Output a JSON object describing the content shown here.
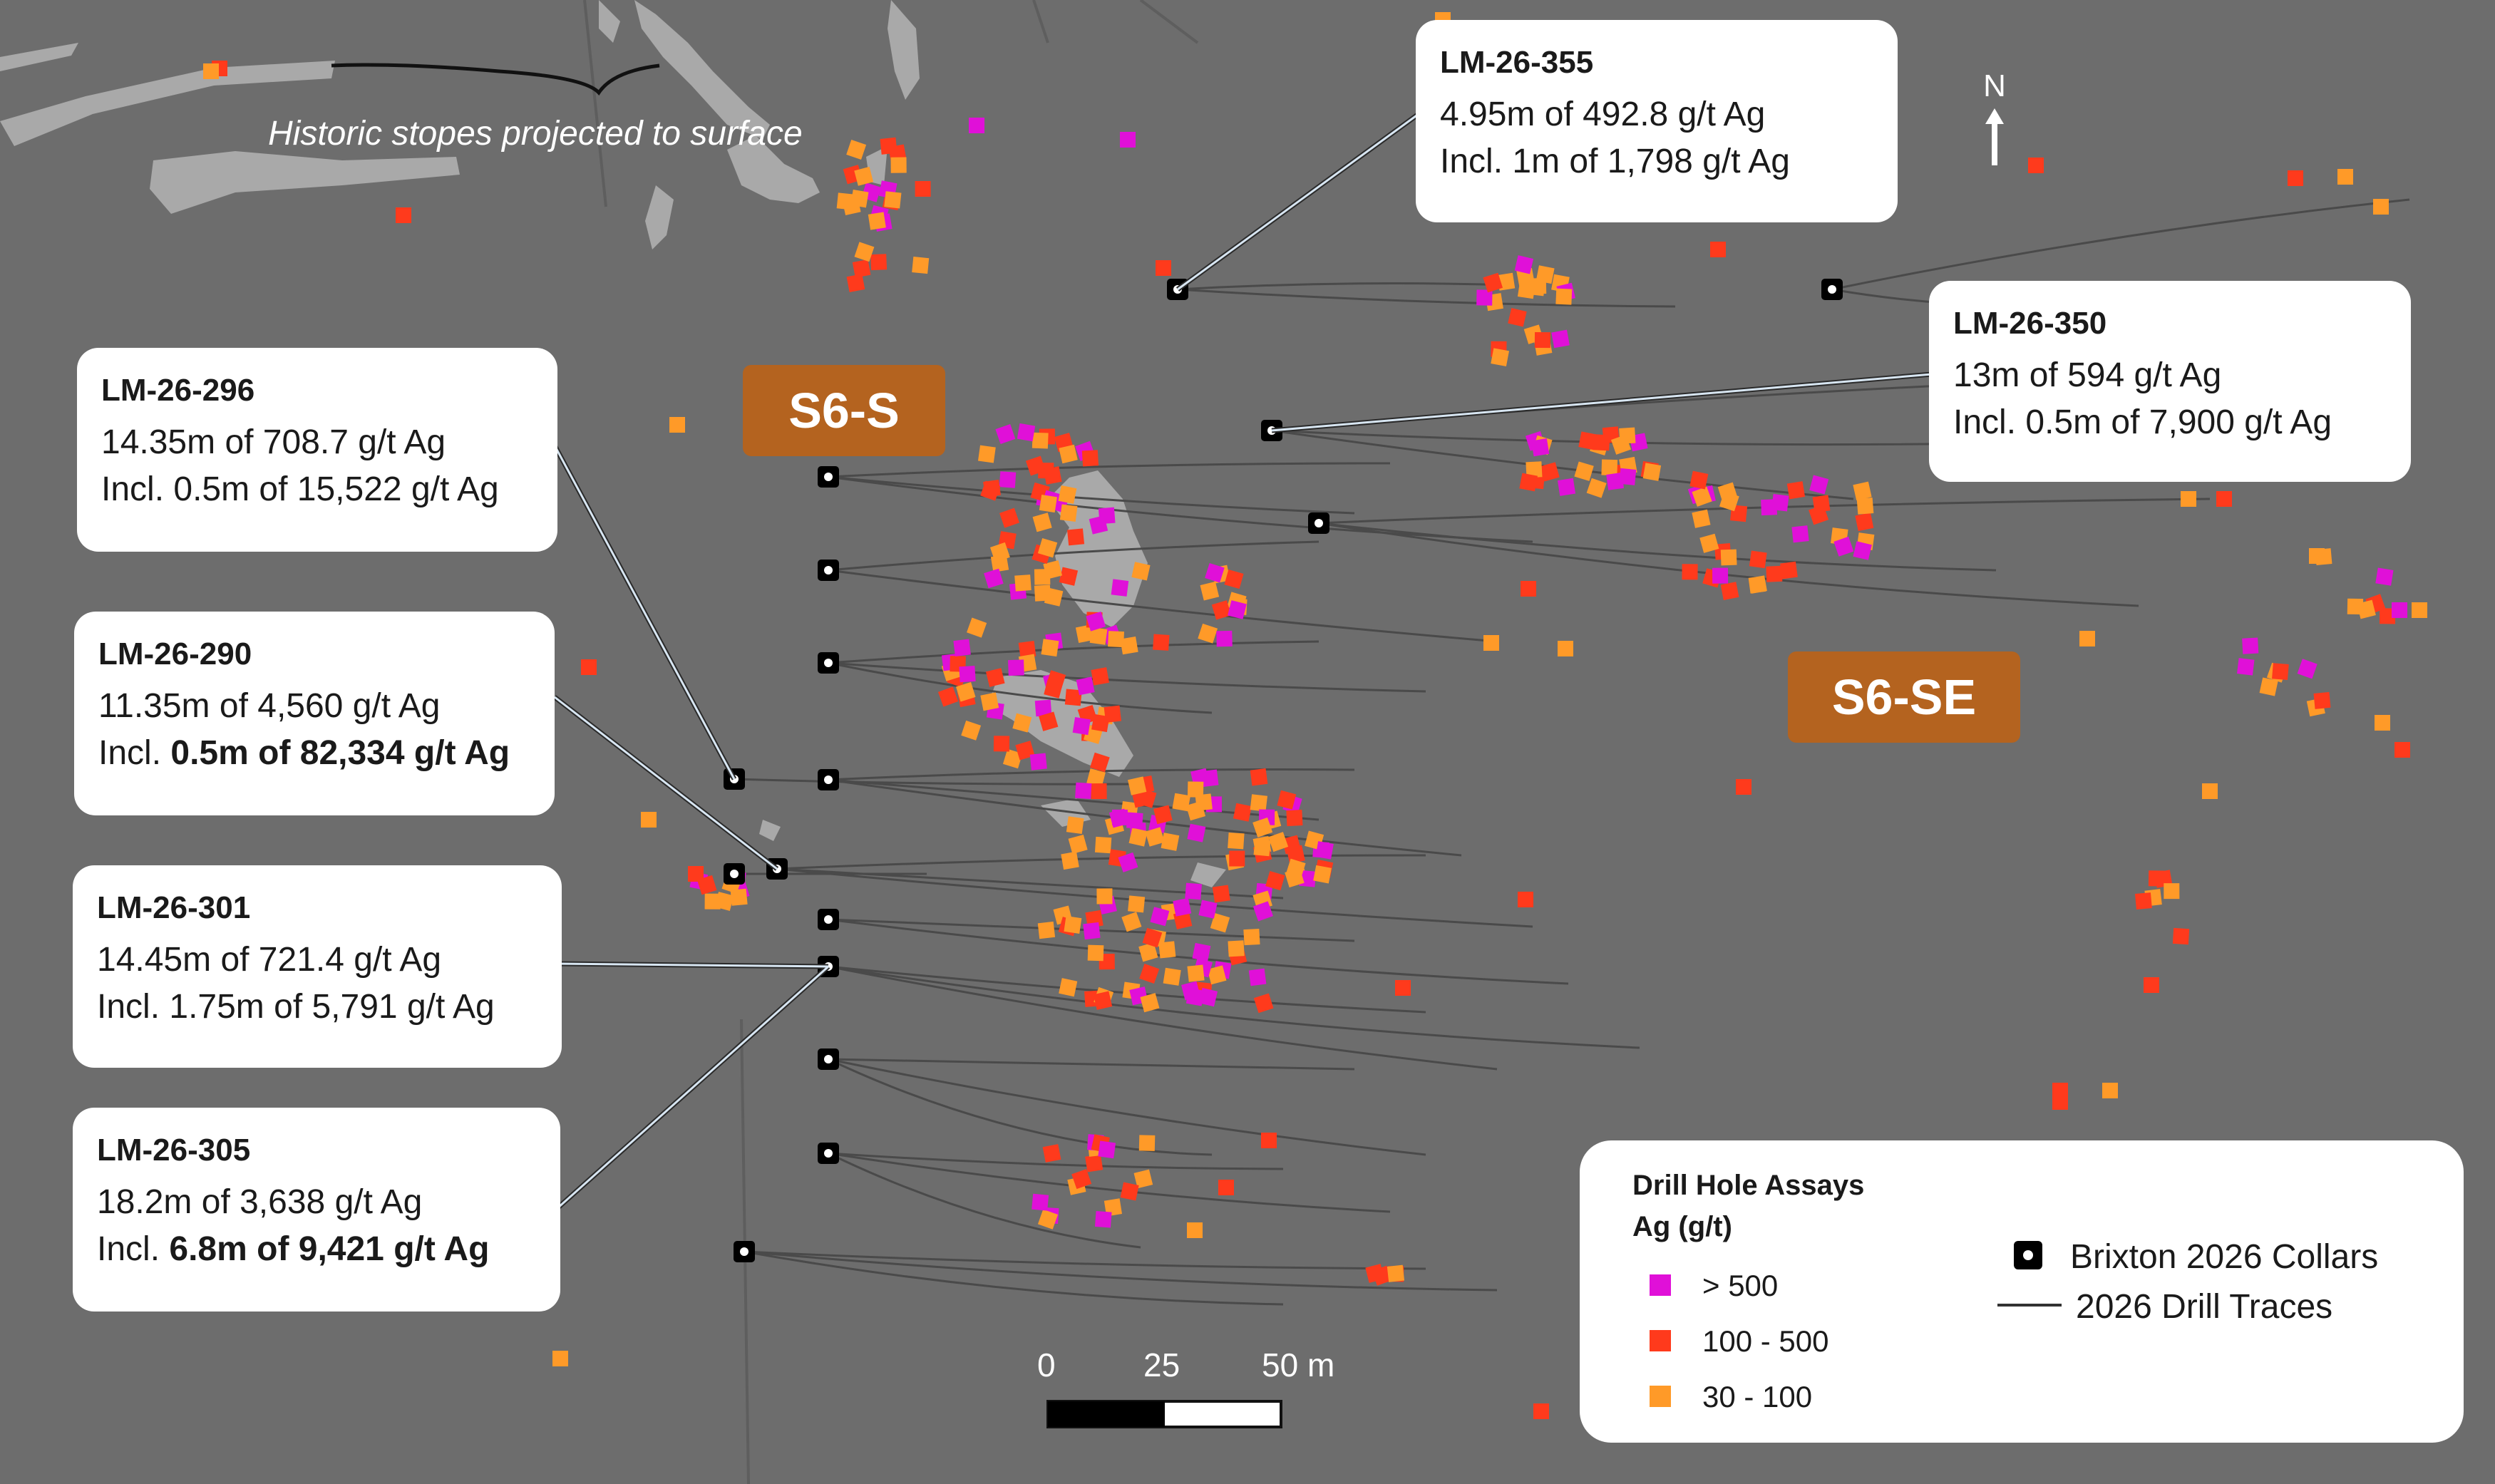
{
  "map": {
    "stopes_label": "Historic stopes projected to surface",
    "north_label": "N",
    "zones": [
      "S6-S",
      "S6-SE"
    ],
    "colors": {
      "background": "#6d6d6d",
      "stopes": "#a9a9a9",
      "assay_gt_500": "#e010d8",
      "assay_100_500": "#ff3a1c",
      "assay_30_100": "#ff9a28",
      "zone_badge": "#b4631f",
      "drill_trace": "#4a4a4a",
      "callout_leader": "#d8e6f2"
    }
  },
  "callouts": [
    {
      "hole_id": "LM-26-355",
      "line1": "4.95m of 492.8 g/t Ag",
      "line2_prefix": "Incl. ",
      "line2_main": "1m of 1,798 g/t Ag",
      "bold_main": false
    },
    {
      "hole_id": "LM-26-350",
      "line1": "13m of 594 g/t Ag",
      "line2_prefix": "Incl. ",
      "line2_main": "0.5m of 7,900 g/t Ag",
      "bold_main": false
    },
    {
      "hole_id": "LM-26-296",
      "line1": "14.35m of 708.7 g/t Ag",
      "line2_prefix": "Incl. ",
      "line2_main": "0.5m of 15,522 g/t Ag",
      "bold_main": false
    },
    {
      "hole_id": "LM-26-290",
      "line1": "11.35m of 4,560 g/t Ag",
      "line2_prefix": "Incl. ",
      "line2_main": "0.5m of 82,334 g/t Ag",
      "bold_main": true
    },
    {
      "hole_id": "LM-26-301",
      "line1": "14.45m of 721.4 g/t Ag",
      "line2_prefix": "Incl. ",
      "line2_main": "1.75m of 5,791 g/t Ag",
      "bold_main": false
    },
    {
      "hole_id": "LM-26-305",
      "line1": "18.2m of 3,638 g/t Ag",
      "line2_prefix": "Incl. ",
      "line2_main": "6.8m of 9,421 g/t Ag",
      "bold_main": true
    }
  ],
  "scale_bar": {
    "tick_0": "0",
    "tick_1": "25",
    "tick_2": "50 m"
  },
  "legend": {
    "title_line1": "Drill Hole Assays",
    "title_line2": "Ag (g/t)",
    "classes": [
      {
        "label": "> 500",
        "color": "#e010d8"
      },
      {
        "label": "100 - 500",
        "color": "#ff3a1c"
      },
      {
        "label": "30 - 100",
        "color": "#ff9a28"
      }
    ],
    "collars_label": "Brixton 2026 Collars",
    "traces_label": "2026 Drill Traces"
  }
}
